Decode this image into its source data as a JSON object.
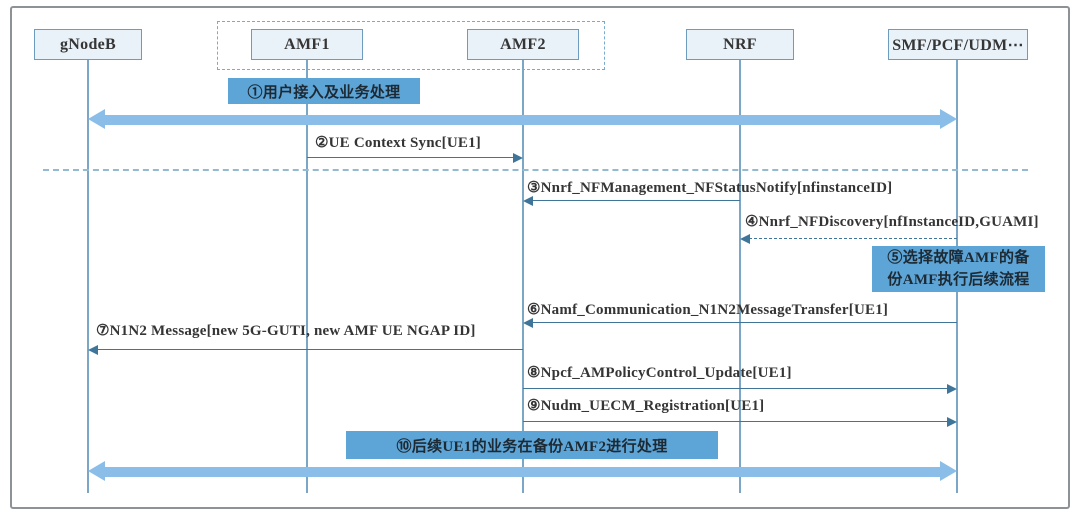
{
  "diagram": {
    "type": "sequence-diagram",
    "nodes": [
      {
        "label": "gNodeB"
      },
      {
        "label": "AMF1"
      },
      {
        "label": "AMF2"
      },
      {
        "label": "NRF"
      },
      {
        "label": "SMF/PCF/UDM⋯"
      }
    ],
    "group_box": {
      "encloses": [
        "AMF1",
        "AMF2"
      ],
      "style": "dashed"
    },
    "labels": {
      "step1": "①用户接入及业务处理",
      "step5_line1": "⑤选择故障AMF的备",
      "step5_line2": "份AMF执行后续流程",
      "step10": "⑩后续UE1的业务在备份AMF2进行处理"
    },
    "messages": [
      {
        "text": "②UE Context Sync[UE1]",
        "from": "AMF1",
        "to": "AMF2",
        "line": "solid"
      },
      {
        "text": "③Nnrf_NFManagement_NFStatusNotify[nfinstanceID]",
        "from": "NRF",
        "to": "AMF2",
        "line": "solid"
      },
      {
        "text": "④Nnrf_NFDiscovery[nfInstanceID,GUAMI]",
        "from": "SMF/PCF/UDM⋯",
        "to": "NRF",
        "line": "dashed"
      },
      {
        "text": "⑥Namf_Communication_N1N2MessageTransfer[UE1]",
        "from": "SMF/PCF/UDM⋯",
        "to": "AMF2",
        "line": "solid"
      },
      {
        "text": "⑦N1N2 Message[new 5G-GUTI, new AMF UE NGAP ID]",
        "from": "AMF2",
        "to": "gNodeB",
        "line": "solid"
      },
      {
        "text": "⑧Npcf_AMPolicyControl_Update[UE1]",
        "from": "AMF2",
        "to": "SMF/PCF/UDM⋯",
        "line": "solid"
      },
      {
        "text": "⑨Nudm_UECM_Registration[UE1]",
        "from": "AMF2",
        "to": "SMF/PCF/UDM⋯",
        "line": "solid"
      }
    ],
    "wide_arrows": [
      {
        "position": "top",
        "between": [
          "gNodeB",
          "SMF/PCF/UDM⋯"
        ],
        "bidirectional": true
      },
      {
        "position": "bottom",
        "between": [
          "gNodeB",
          "SMF/PCF/UDM⋯"
        ],
        "bidirectional": true
      }
    ],
    "colors": {
      "node_fill": "#eaf2f9",
      "node_border": "#6d9cbf",
      "lifeline": "#7ba6c6",
      "thin_arrow": "#3e7598",
      "wide_arrow": "#8bbde9",
      "highlight_bg": "#5da4d7",
      "text": "#353535",
      "separator_dash": "#93bad0",
      "frame_border": "#8d9297"
    }
  }
}
